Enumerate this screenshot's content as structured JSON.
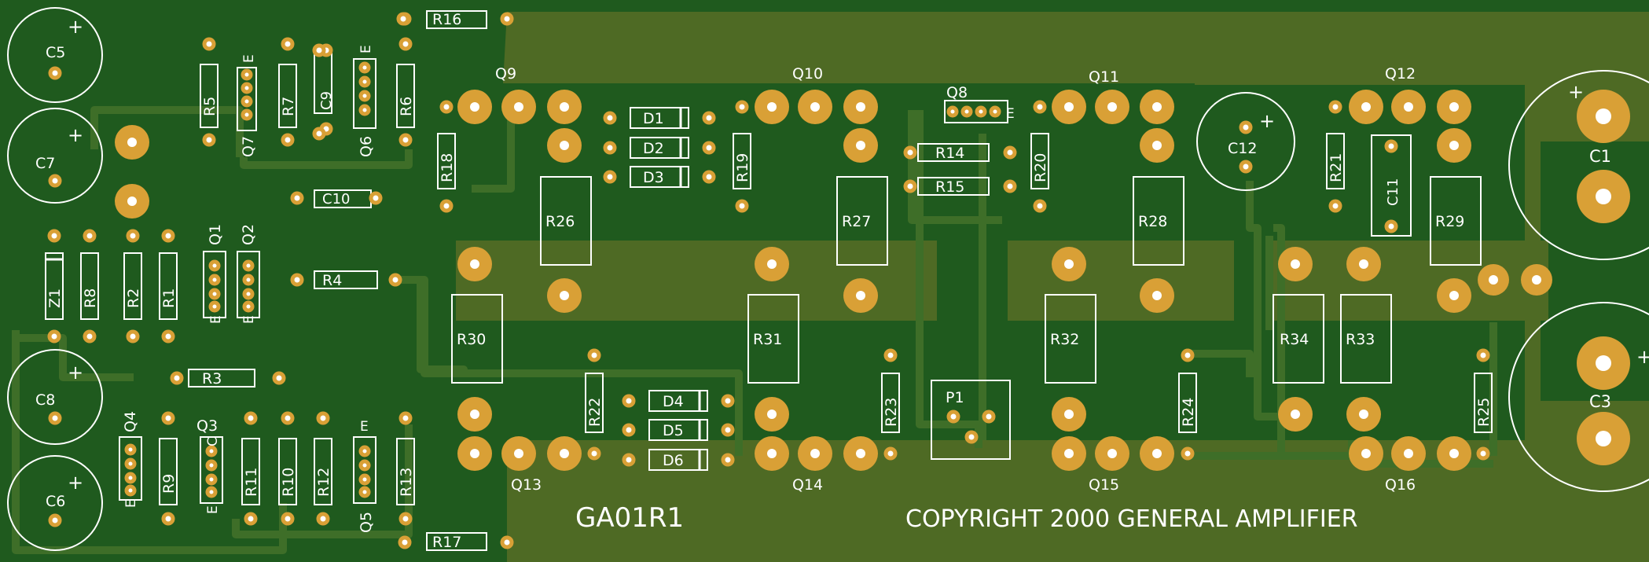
{
  "colors": {
    "board": "#1f5a1e",
    "copper": "#4e6a24",
    "trace": "#3e6e28",
    "pad": "#d9a036",
    "silk": "#ffffff"
  },
  "board_id": "GA01R1",
  "copyright": "COPYRIGHT 2000 GENERAL AMPLIFIER",
  "symbols": {
    "plus": "+",
    "emitter": "E",
    "collector": "C"
  },
  "capacitors_polar": {
    "C5": "C5",
    "C7": "C7",
    "C8": "C8",
    "C6": "C6",
    "C12": "C12",
    "C1": "C1",
    "C3": "C3"
  },
  "capacitors_small": {
    "C9": "C9",
    "C10": "C10",
    "C11": "C11"
  },
  "resistors": {
    "R1": "R1",
    "R2": "R2",
    "R3": "R3",
    "R4": "R4",
    "R5": "R5",
    "R6": "R6",
    "R7": "R7",
    "R8": "R8",
    "R9": "R9",
    "R10": "R10",
    "R11": "R11",
    "R12": "R12",
    "R13": "R13",
    "R14": "R14",
    "R15": "R15",
    "R16": "R16",
    "R17": "R17",
    "R18": "R18",
    "R19": "R19",
    "R20": "R20",
    "R21": "R21",
    "R22": "R22",
    "R23": "R23",
    "R24": "R24",
    "R25": "R25",
    "R26": "R26",
    "R27": "R27",
    "R28": "R28",
    "R29": "R29",
    "R30": "R30",
    "R31": "R31",
    "R32": "R32",
    "R33": "R33",
    "R34": "R34"
  },
  "diodes": {
    "D1": "D1",
    "D2": "D2",
    "D3": "D3",
    "D4": "D4",
    "D5": "D5",
    "D6": "D6",
    "Z1": "Z1"
  },
  "transistors": {
    "Q1": "Q1",
    "Q2": "Q2",
    "Q3": "Q3",
    "Q4": "Q4",
    "Q5": "Q5",
    "Q6": "Q6",
    "Q7": "Q7",
    "Q8": "Q8",
    "Q9": "Q9",
    "Q10": "Q10",
    "Q11": "Q11",
    "Q12": "Q12",
    "Q13": "Q13",
    "Q14": "Q14",
    "Q15": "Q15",
    "Q16": "Q16"
  },
  "pot": {
    "P1": "P1"
  }
}
